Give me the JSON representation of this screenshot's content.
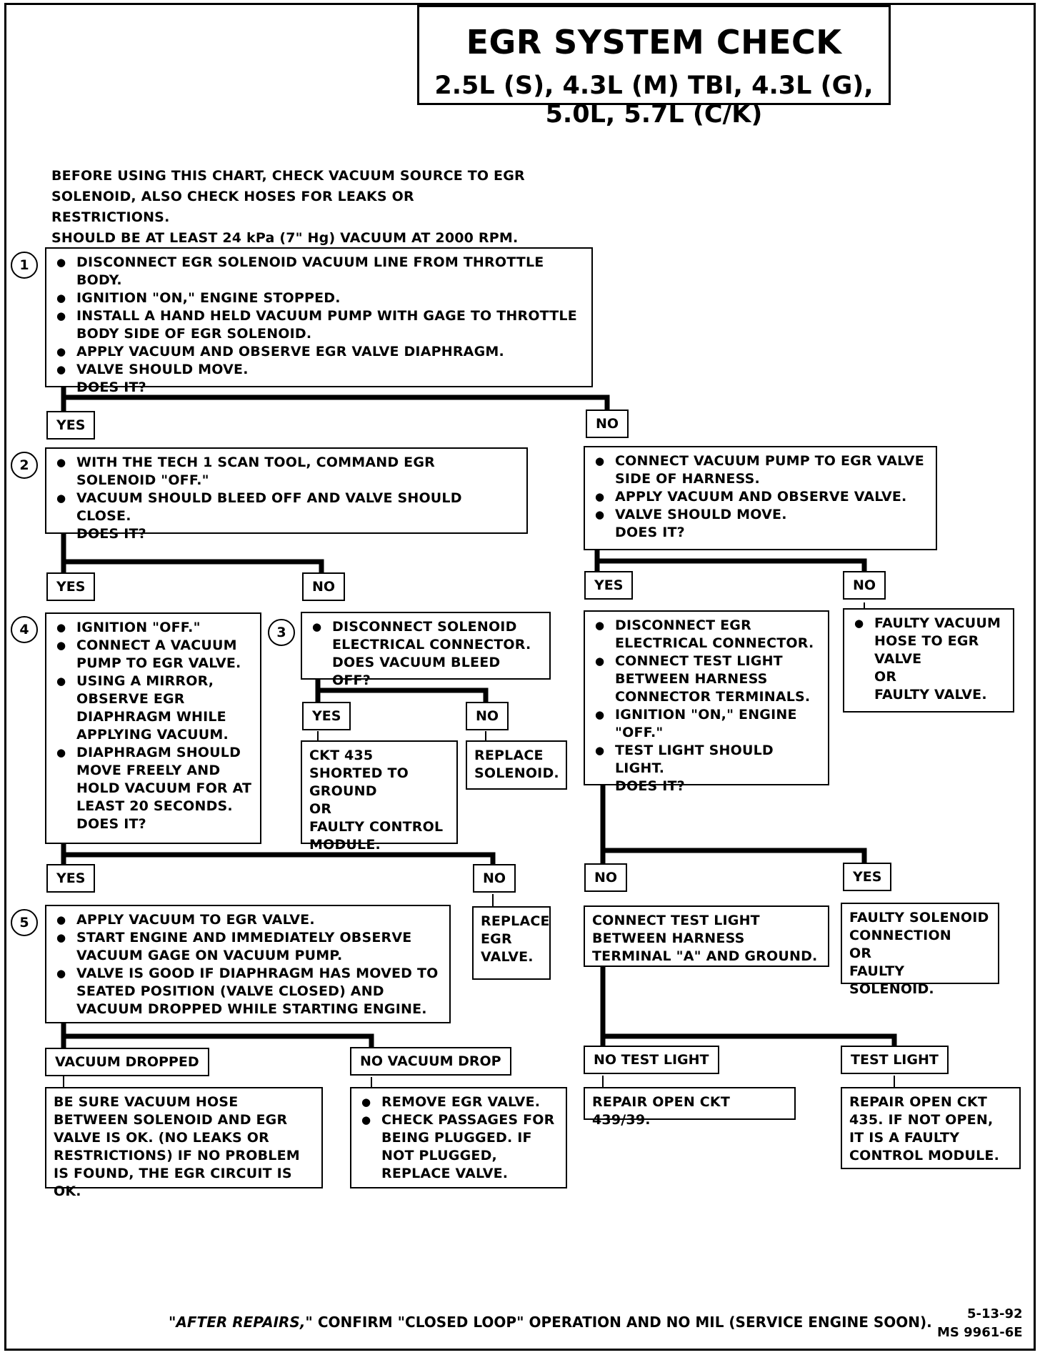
{
  "title": "EGR SYSTEM CHECK",
  "subtitle": "2.5L (S), 4.3L (M) TBI, 4.3L (G), 5.0L, 5.7L (C/K)",
  "intro": [
    "BEFORE USING THIS CHART, CHECK VACUUM SOURCE TO EGR",
    "SOLENOID, ALSO CHECK HOSES FOR LEAKS OR RESTRICTIONS.",
    "SHOULD BE AT LEAST 24 kPa (7\" Hg) VACUUM AT 2000 RPM."
  ],
  "steps": [
    "1",
    "2",
    "3",
    "4",
    "5"
  ],
  "box1": {
    "items": [
      "DISCONNECT EGR SOLENOID VACUUM LINE FROM THROTTLE BODY.",
      "IGNITION \"ON,\" ENGINE STOPPED.",
      "INSTALL A HAND HELD VACUUM PUMP WITH GAGE TO THROTTLE BODY SIDE OF EGR SOLENOID.",
      "APPLY VACUUM AND OBSERVE EGR VALVE DIAPHRAGM.",
      "VALVE SHOULD MOVE."
    ],
    "question": "DOES IT?"
  },
  "box2": {
    "items": [
      "WITH THE TECH 1 SCAN TOOL, COMMAND EGR SOLENOID \"OFF.\"",
      "VACUUM SHOULD BLEED OFF AND VALVE SHOULD CLOSE."
    ],
    "question": "DOES IT?"
  },
  "box_no1": {
    "items": [
      "CONNECT VACUUM PUMP TO EGR VALVE SIDE OF HARNESS.",
      "APPLY VACUUM AND OBSERVE VALVE.",
      "VALVE SHOULD MOVE."
    ],
    "question": "DOES IT?"
  },
  "box4": {
    "items": [
      "IGNITION \"OFF.\"",
      "CONNECT A VACUUM PUMP TO EGR VALVE.",
      "USING A MIRROR, OBSERVE EGR DIAPHRAGM WHILE APPLYING VACUUM.",
      "DIAPHRAGM SHOULD MOVE FREELY AND HOLD VACUUM FOR AT LEAST 20 SECONDS."
    ],
    "question": "DOES IT?"
  },
  "box3": {
    "items": [
      "DISCONNECT SOLENOID ELECTRICAL CONNECTOR."
    ],
    "question": "DOES VACUUM BLEED OFF?"
  },
  "box_ckt435_short": "CKT 435 SHORTED TO GROUND\nOR\nFAULTY CONTROL MODULE.",
  "box_replace_solenoid": "REPLACE SOLENOID.",
  "box_disconnect_egr": {
    "items": [
      "DISCONNECT EGR ELECTRICAL CONNECTOR.",
      "CONNECT TEST LIGHT BETWEEN HARNESS CONNECTOR TERMINALS.",
      "IGNITION \"ON,\" ENGINE \"OFF.\"",
      "TEST LIGHT SHOULD LIGHT."
    ],
    "question": "DOES IT?"
  },
  "box_faulty_hose": {
    "items": [
      "FAULTY VACUUM HOSE TO EGR VALVE\nOR\nFAULTY VALVE."
    ]
  },
  "box5": {
    "items": [
      "APPLY VACUUM TO EGR VALVE.",
      "START ENGINE AND IMMEDIATELY OBSERVE VACUUM GAGE ON VACUUM PUMP.",
      "VALVE IS GOOD IF DIAPHRAGM HAS MOVED TO SEATED POSITION (VALVE CLOSED) AND VACUUM DROPPED WHILE STARTING ENGINE."
    ]
  },
  "box_replace_egr": "REPLACE EGR VALVE.",
  "box_connect_test_light": "CONNECT TEST LIGHT BETWEEN HARNESS TERMINAL \"A\" AND GROUND.",
  "box_faulty_solenoid": "FAULTY SOLENOID CONNECTION\nOR\nFAULTY  SOLENOID.",
  "box_vacuum_ok": "BE SURE VACUUM HOSE BETWEEN SOLENOID AND EGR VALVE IS OK. (NO LEAKS OR RESTRICTIONS)  IF NO PROBLEM IS FOUND, THE EGR CIRCUIT IS OK.",
  "box_remove_valve": {
    "items": [
      "REMOVE EGR VALVE.",
      "CHECK PASSAGES FOR BEING PLUGGED.  IF NOT PLUGGED, REPLACE  VALVE."
    ]
  },
  "box_repair_439": "REPAIR OPEN CKT 439/39.",
  "box_repair_435": "REPAIR OPEN CKT 435. IF NOT OPEN, IT IS A FAULTY CONTROL MODULE.",
  "labels": {
    "yes": "YES",
    "no": "NO",
    "vacuum_dropped": "VACUUM DROPPED",
    "no_vacuum_drop": "NO  VACUUM DROP",
    "no_test_light": "NO TEST LIGHT",
    "test_light": "TEST LIGHT"
  },
  "footer": {
    "note_em": "\"AFTER REPAIRS,\"",
    "note_rest": " CONFIRM \"CLOSED LOOP\" OPERATION AND NO MIL (SERVICE ENGINE SOON).",
    "date": "5-13-92",
    "code": "MS 9961-6E"
  }
}
